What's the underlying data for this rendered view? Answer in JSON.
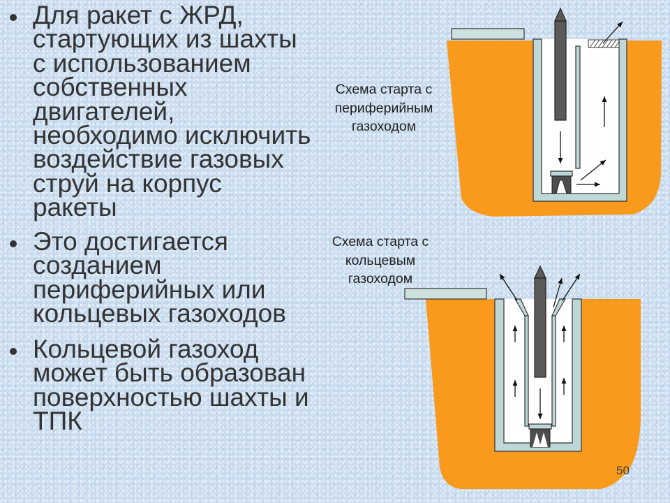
{
  "slide": {
    "bullets": [
      {
        "lines": [
          "Для ракет с ЖРД,",
          "стартующих из шахты",
          "с использованием",
          "собственных",
          "двигателей,",
          "необходимо исключить",
          "воздействие газовых",
          "струй на корпус",
          "ракеты"
        ]
      },
      {
        "lines": [
          "Это достигается",
          "созданием",
          "периферийных или",
          "кольцевых газоходов"
        ]
      },
      {
        "lines": [
          "Кольцевой газоход",
          "может быть образован",
          "поверхностью шахты и",
          "ТПК"
        ]
      }
    ],
    "diagrams": [
      {
        "caption_lines": [
          "Схема старта с",
          "периферийным",
          "газоходом"
        ]
      },
      {
        "caption_lines": [
          "Схема старта с",
          "кольцевым",
          "газоходом"
        ]
      }
    ],
    "page_number": "50"
  },
  "colors": {
    "background": "#c6daee",
    "text": "#333333",
    "ground": "#f99a1c",
    "wall": "#bdd8d6",
    "rocket": "#5a5a5a",
    "outline": "#333333"
  }
}
